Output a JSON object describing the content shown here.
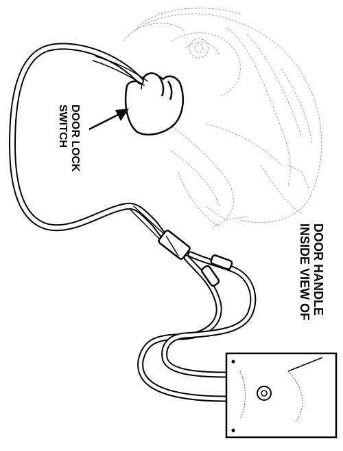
{
  "labels": {
    "switch_line1": "DOOR LOCK",
    "switch_line2": "SWITCH",
    "view_line1": "INSIDE VIEW OF",
    "view_line2": "DOOR HANDLE"
  },
  "colors": {
    "ink": "#000000",
    "background": "#ffffff",
    "sketch": "#555555"
  },
  "icons": [
    "arrow-icon",
    "switch-housing",
    "connector",
    "tester-box",
    "door-handle-sketch"
  ]
}
